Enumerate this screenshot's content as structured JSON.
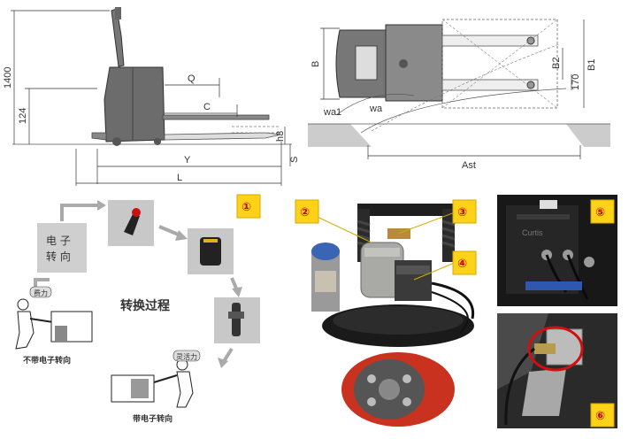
{
  "side_view": {
    "dims": {
      "h1400": "1400",
      "h124": "124",
      "q": "Q",
      "c": "C",
      "y": "Y",
      "l": "L",
      "h13": "h3",
      "s": "S"
    }
  },
  "top_view": {
    "dims": {
      "b": "B",
      "b1": "B1",
      "b2": "B2",
      "d170": "170",
      "wa1": "wa1",
      "wa": "wa",
      "ast": "Ast"
    }
  },
  "process": {
    "badge": "①",
    "electronic_steering": [
      "电 子",
      "转 向"
    ],
    "title": "转换过程",
    "without_label": "不带电子转向",
    "with_label": "带电子转向",
    "bubble_big": "费力",
    "bubble_small": "灵活力"
  },
  "drive_unit": {
    "badges": [
      "②",
      "③",
      "④"
    ]
  },
  "photos": {
    "badge5": "⑤",
    "badge6": "⑥",
    "brand_text": "Curtis"
  },
  "colors": {
    "badge_fill": "#ffd21a",
    "badge_text": "#c00000",
    "sensor_ring": "#d01010",
    "wheel_red": "#c8321e",
    "motor_blue": "#3a64b4"
  }
}
